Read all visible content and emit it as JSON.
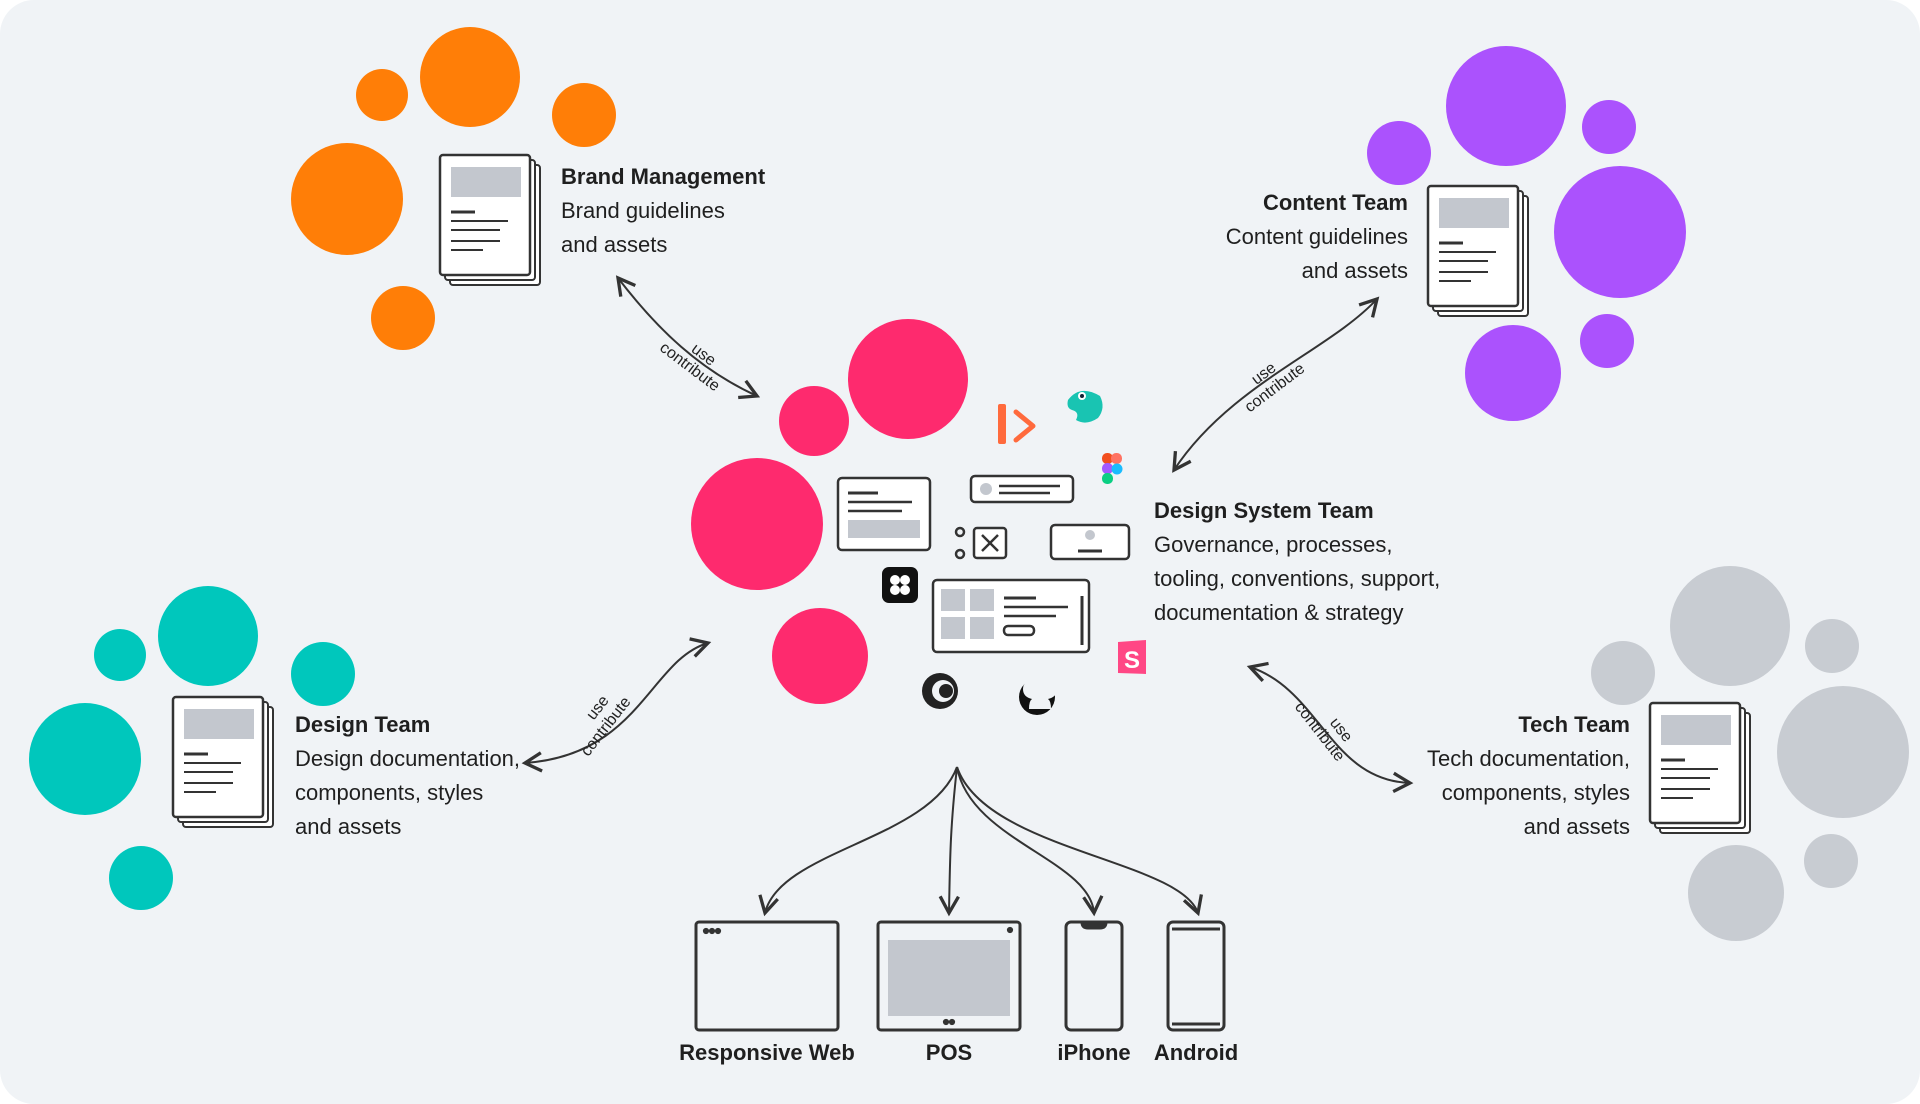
{
  "colors": {
    "background": "#f0f3f6",
    "brand": "#ff7e07",
    "content": "#ab52fd",
    "design": "#00c7bc",
    "tech": "#c8ccd2",
    "core": "#fe2a6e",
    "stroke": "#333333",
    "placeholder": "#c3c7ce"
  },
  "teams": {
    "brand": {
      "title": "Brand Management",
      "desc": "Brand guidelines\nand assets"
    },
    "content": {
      "title": "Content Team",
      "desc": "Content guidelines\nand assets"
    },
    "design": {
      "title": "Design Team",
      "desc": "Design documentation,\ncomponents, styles\nand assets"
    },
    "tech": {
      "title": "Tech Team",
      "desc": "Tech documentation,\ncomponents, styles\nand assets"
    },
    "core": {
      "title": "Design System Team",
      "desc": "Governance, processes,\ntooling, conventions, support,\ndocumentation & strategy"
    }
  },
  "flow_labels": {
    "use": "use",
    "contribute": "contribute"
  },
  "platforms": [
    "Responsive Web",
    "POS",
    "iPhone",
    "Android"
  ],
  "tool_icons": [
    "zeroheight-icon",
    "chameleon-icon",
    "figma-icon",
    "clover-icon",
    "json-schema-icon",
    "github-icon",
    "storybook-icon"
  ]
}
